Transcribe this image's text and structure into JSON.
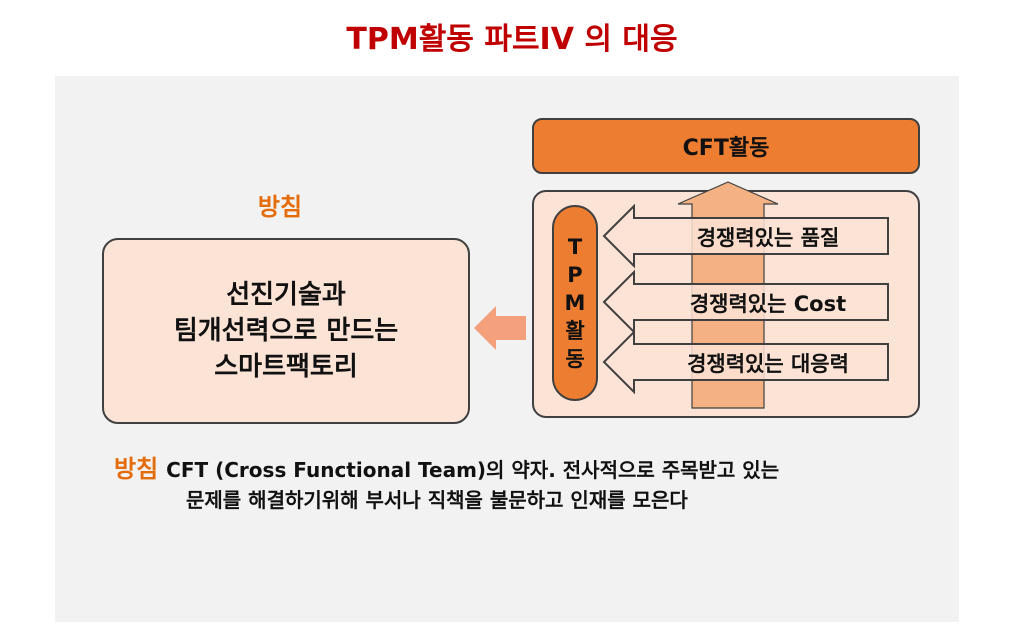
{
  "title": "TPM활동 파트IV  의 대응",
  "policy_heading": "방침",
  "left_box": {
    "lines": [
      "선진기술과",
      "팀개선력으로 만드는",
      "스마트팩토리"
    ]
  },
  "cft_box": "CFT활동",
  "tpm_vertical": [
    "T",
    "P",
    "M",
    "활",
    "동"
  ],
  "rows": [
    "경쟁력있는 품질",
    "경쟁력있는 Cost",
    "경쟁력있는 대응력"
  ],
  "description": {
    "tag": "방침",
    "line1": "CFT (Cross Functional Team)의  약자. 전사적으로 주목받고 있는",
    "line2": "문제를 해결하기위해 부서나 직책을 불문하고 인재를 모은다"
  },
  "colors": {
    "title": "#c00000",
    "accent_orange": "#ed7d31",
    "light_peach": "#fbe3d6",
    "arrow_peach": "#f4b183"
  }
}
